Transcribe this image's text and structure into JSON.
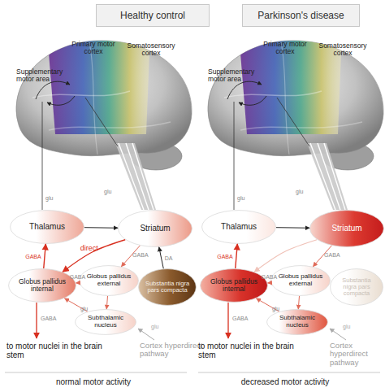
{
  "diagram": {
    "nodes": [
      {
        "text": [
          "Healthy control"
        ]
      },
      {
        "text": [
          "Thalamus"
        ]
      },
      {
        "text": [
          "Striatum"
        ]
      },
      {
        "text": [
          "Globus pallidus external"
        ]
      },
      {
        "text": [
          "Globus pallidus internal"
        ]
      },
      {
        "text": [
          "Substantia nigra pars compacta"
        ]
      },
      {
        "text": [
          "Subthalamic nucleus"
        ]
      },
      {
        "text": [
          "Parkinson's disease"
        ]
      },
      {
        "text": [
          "Thalamus"
        ]
      },
      {
        "text": [
          "Striatum"
        ]
      },
      {
        "text": [
          "Globus pallidus external"
        ]
      },
      {
        "text": [
          "Globus pallidus internal"
        ]
      },
      {
        "text": [
          "Substantia nigra pars compacta"
        ]
      },
      {
        "text": [
          "Subthalamic nucleus"
        ]
      }
    ],
    "edges": [
      {
        "from": 1,
        "to": 2,
        "arrow": "to"
      },
      {
        "from": 2,
        "to": 4,
        "arrow": "to",
        "label": "direct"
      },
      {
        "from": 2,
        "to": 3,
        "arrow": "to",
        "label": "GABA"
      },
      {
        "from": 3,
        "to": 4,
        "arrow": "to",
        "label": "GABA"
      },
      {
        "from": 3,
        "to": 6,
        "arrow": "to"
      },
      {
        "from": 6,
        "to": 4,
        "arrow": "to",
        "label": "glu"
      },
      {
        "from": 4,
        "to": 1,
        "arrow": "to",
        "label": "GABA"
      },
      {
        "from": 5,
        "to": 2,
        "arrow": "to",
        "label": "DA"
      },
      {
        "from": 8,
        "to": 9,
        "arrow": "to"
      },
      {
        "from": 9,
        "to": 11,
        "arrow": "to"
      },
      {
        "from": 9,
        "to": 10,
        "arrow": "to",
        "label": "GABA"
      },
      {
        "from": 10,
        "to": 11,
        "arrow": "to",
        "label": "GABA"
      },
      {
        "from": 10,
        "to": 13,
        "arrow": "to"
      },
      {
        "from": 13,
        "to": 11,
        "arrow": "to",
        "label": "glu"
      },
      {
        "from": 11,
        "to": 8,
        "arrow": "to",
        "label": "GABA"
      }
    ],
    "labels": [
      "Supplementary motor area",
      "Primary motor cortex",
      "Somatosensory cortex",
      "glu",
      "glu",
      "GABA",
      "to motor nuclei in the brain stem",
      "Cortex hyperdirect pathway",
      "glu",
      "normal motor activity",
      "Supplementary motor area",
      "Primary motor cortex",
      "Somatosensory cortex",
      "glu",
      "glu",
      "GABA",
      "to motor nuclei in the brain stem",
      "Cortex hyperdirect pathway",
      "glu",
      "decreased motor activity"
    ]
  }
}
